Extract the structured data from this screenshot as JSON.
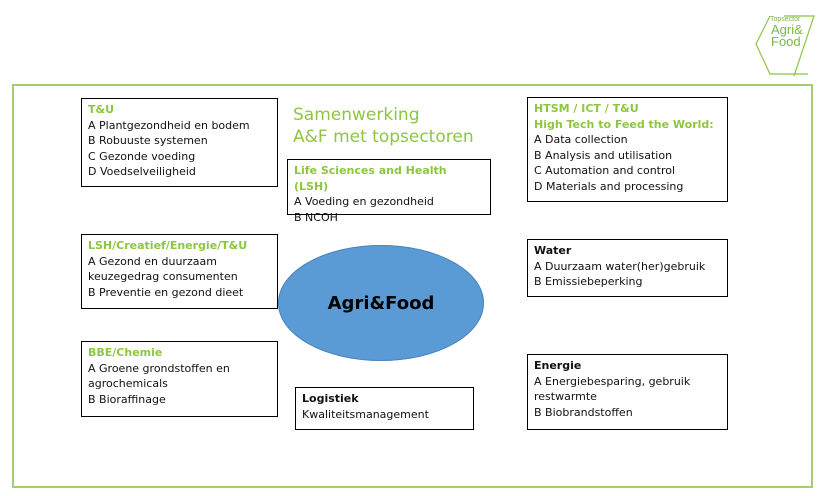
{
  "logo": {
    "line1": "Topsector",
    "line2": "Agri&",
    "line3": "Food"
  },
  "heading": {
    "line1": "Samenwerking",
    "line2": "A&F met topsectoren"
  },
  "center": "Agri&Food",
  "boxes": {
    "tu": {
      "title": "T&U",
      "items": [
        "A Plantgezondheid en bodem",
        "B Robuuste systemen",
        "C Gezonde voeding",
        "D Voedselveiligheid"
      ]
    },
    "lsh": {
      "title": "Life Sciences and Health (LSH)",
      "items": [
        "A Voeding en gezondheid",
        "B NCOH"
      ]
    },
    "htsm": {
      "title": "HTSM / ICT / T&U",
      "subtitle": "High Tech to Feed the World:",
      "items": [
        "A Data collection",
        "B Analysis and utilisation",
        "C Automation and control",
        "D Materials and processing"
      ]
    },
    "lce": {
      "title": "LSH/Creatief/Energie/T&U",
      "items": [
        "A Gezond en duurzaam",
        "keuzegedrag consumenten",
        "B Preventie en gezond dieet"
      ]
    },
    "water": {
      "title": "Water",
      "items": [
        "A Duurzaam water(her)gebruik",
        "B Emissiebeperking"
      ]
    },
    "bbe": {
      "title": "BBE/Chemie",
      "items": [
        "A Groene grondstoffen en",
        "agrochemicals",
        "B Bioraffinage"
      ]
    },
    "logistiek": {
      "title": "Logistiek",
      "items": [
        "Kwaliteitsmanagement"
      ]
    },
    "energie": {
      "title": "Energie",
      "items": [
        "A Energiebesparing, gebruik",
        "restwarmte",
        "B Biobrandstoffen"
      ]
    }
  },
  "colors": {
    "accent_green": "#8dc63f",
    "frame_green": "#a7cd6e",
    "ellipse_blue": "#5b9bd5"
  }
}
